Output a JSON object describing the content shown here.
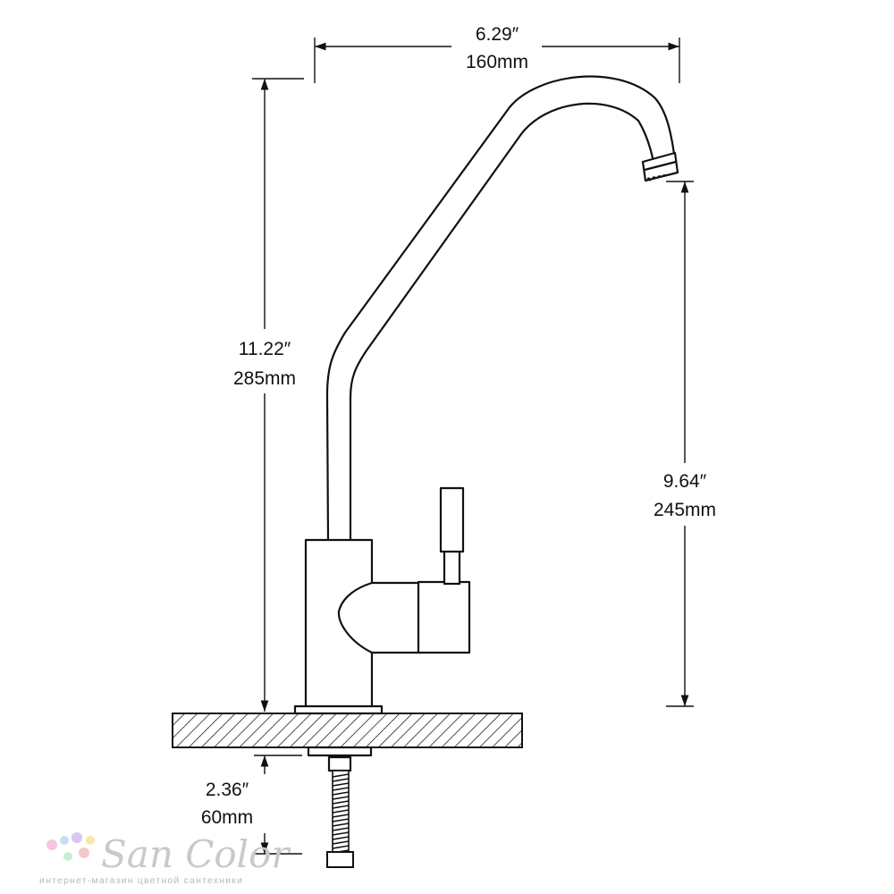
{
  "dimensions": {
    "spout_reach": {
      "inches": "6.29″",
      "mm": "160mm"
    },
    "total_height": {
      "inches": "11.22″",
      "mm": "285mm"
    },
    "spout_clearance": {
      "inches": "9.64″",
      "mm": "245mm"
    },
    "shank_length": {
      "inches": "2.36″",
      "mm": "60mm"
    }
  },
  "watermark": {
    "brand": "San Color",
    "tagline": "интернет-магазин цветной сантехники",
    "dot_colors": [
      "#f6c6e0",
      "#c9dcf6",
      "#d8c6f3",
      "#f7e6a6",
      "#c6ecd3",
      "#f3c9c9"
    ]
  },
  "colors": {
    "line": "#111111",
    "hatch": "#222222",
    "background": "#ffffff"
  }
}
